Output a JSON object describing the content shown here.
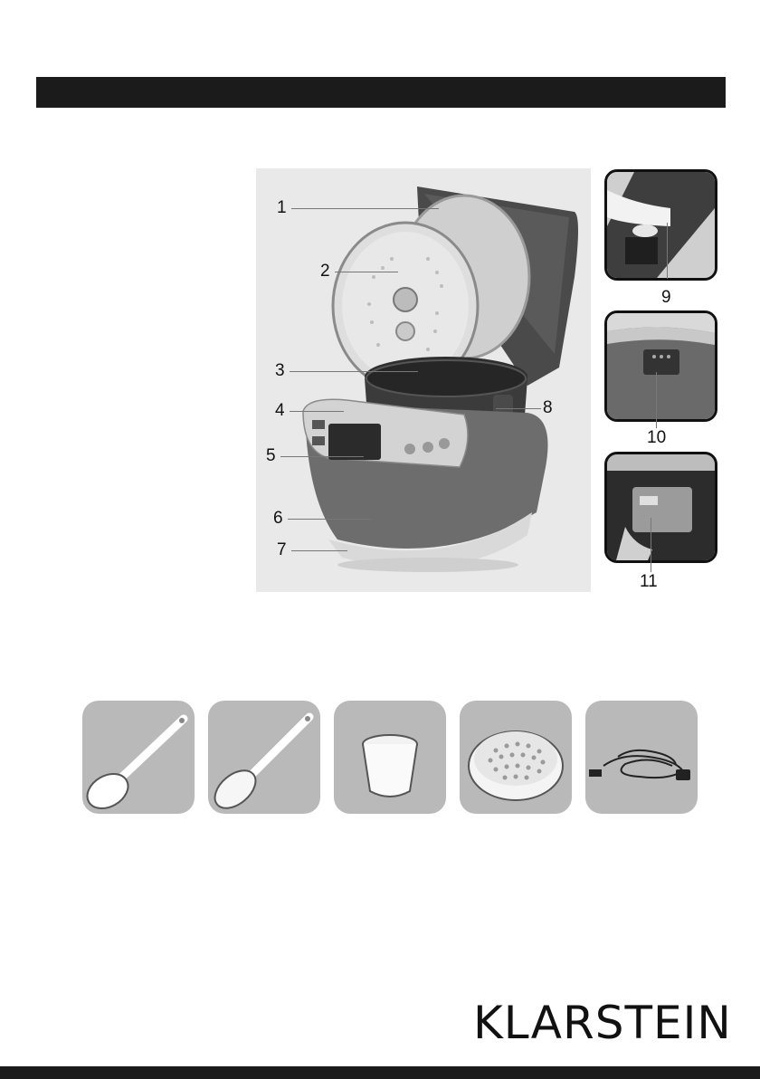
{
  "callouts": [
    {
      "num": "1"
    },
    {
      "num": "2"
    },
    {
      "num": "3"
    },
    {
      "num": "4"
    },
    {
      "num": "5"
    },
    {
      "num": "6"
    },
    {
      "num": "7"
    },
    {
      "num": "8"
    },
    {
      "num": "9"
    },
    {
      "num": "10"
    },
    {
      "num": "11"
    }
  ],
  "brand": {
    "name": "KLARSTEIN"
  },
  "accessories": [
    {
      "icon": "rice-paddle-icon"
    },
    {
      "icon": "soup-ladle-icon"
    },
    {
      "icon": "measuring-cup-icon"
    },
    {
      "icon": "steamer-basket-icon"
    },
    {
      "icon": "power-cord-icon"
    }
  ]
}
